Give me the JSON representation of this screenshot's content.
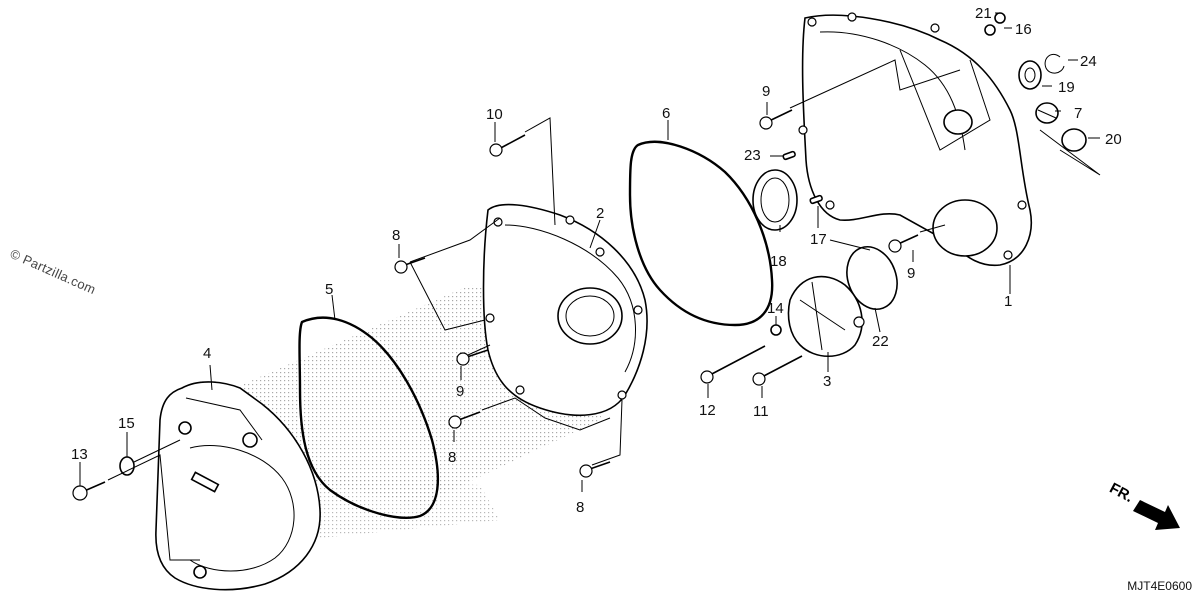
{
  "watermark": "© Partzilla.com",
  "drawing_code": "MJT4E0600",
  "direction_label": "FR.",
  "callouts": {
    "c1": "1",
    "c2": "2",
    "c3": "3",
    "c4": "4",
    "c5": "5",
    "c6": "6",
    "c7": "7",
    "c8a": "8",
    "c8b": "8",
    "c8c": "8",
    "c9a": "9",
    "c9b": "9",
    "c9c": "9",
    "c10": "10",
    "c11": "11",
    "c12": "12",
    "c13": "13",
    "c14": "14",
    "c15": "15",
    "c16": "16",
    "c17": "17",
    "c18": "18",
    "c19": "19",
    "c20": "20",
    "c21": "21",
    "c22": "22",
    "c23": "23",
    "c24": "24"
  }
}
